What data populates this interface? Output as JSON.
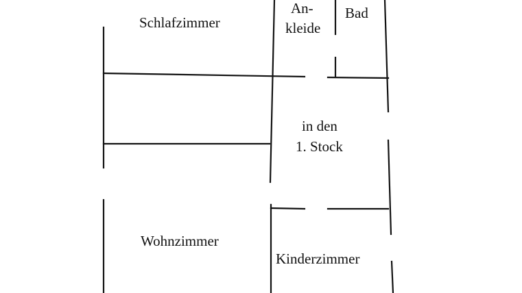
{
  "rooms": {
    "schlafzimmer": "Schlafzimmer",
    "ankleide_line1": "An-",
    "ankleide_line2": "kleide",
    "bad": "Bad",
    "stair_line1": "in den",
    "stair_line2": "1. Stock",
    "wohnzimmer": "Wohnzimmer",
    "kinderzimmer": "Kinderzimmer"
  }
}
